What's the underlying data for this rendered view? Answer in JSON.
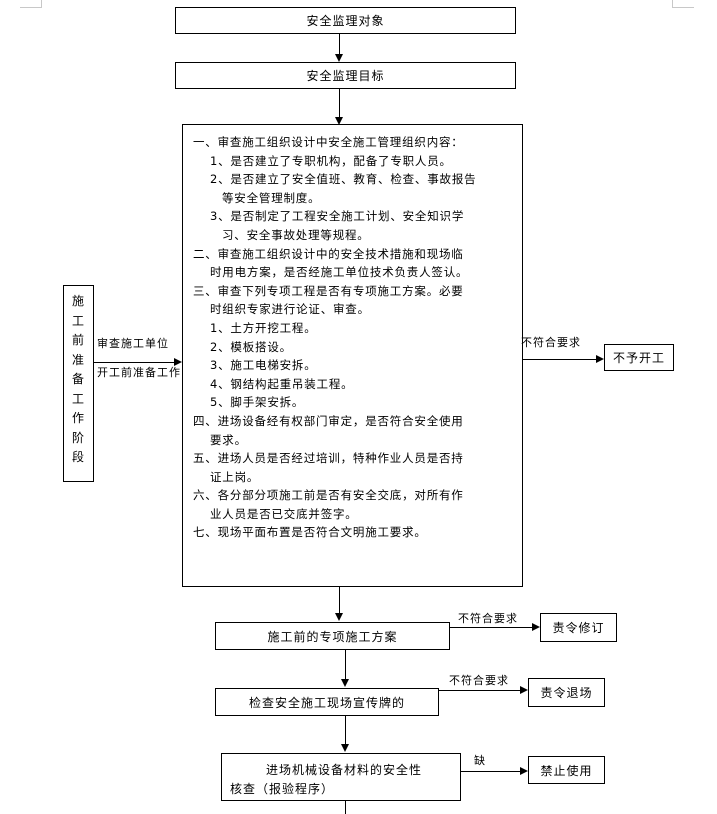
{
  "flow": {
    "box1": "安全监理对象",
    "box2": "安全监理目标",
    "stage_box": [
      "施",
      "工",
      "前",
      "准",
      "备",
      "工",
      "作",
      "阶",
      "段"
    ],
    "stage_arrow_top": "审查施工单位",
    "stage_arrow_bottom": "开工前准备工作",
    "main_box_lines": [
      "一、审查施工组织设计中安全施工管理组织内容：",
      "1、是否建立了专职机构，配备了专职人员。",
      "2、是否建立了安全值班、教育、检查、事故报告",
      "等安全管理制度。",
      "3、是否制定了工程安全施工计划、安全知识学",
      "习、安全事故处理等规程。",
      "二、审查施工组织设计中的安全技术措施和现场临",
      "时用电方案，是否经施工单位技术负责人签认。",
      "三、审查下列专项工程是否有专项施工方案。必要",
      "时组织专家进行论证、审查。",
      "1、土方开挖工程。",
      "2、模板搭设。",
      "3、施工电梯安拆。",
      "4、钢结构起重吊装工程。",
      "5、脚手架安拆。",
      "四、进场设备经有权部门审定，是否符合安全使用",
      "要求。",
      "五、进场人员是否经过培训，特种作业人员是否持",
      "证上岗。",
      "六、各分部分项施工前是否有安全交底，对所有作",
      "业人员是否已交底并签字。",
      "七、现场平面布置是否符合文明施工要求。"
    ],
    "main_not_meet": "不符合要求",
    "main_result": "不予开工",
    "plan_box": "施工前的专项施工方案",
    "plan_not_meet": "不符合要求",
    "plan_result": "责令修订",
    "sign_box": "检查安全施工现场宣传牌的",
    "sign_not_meet": "不符合要求",
    "sign_result": "责令退场",
    "equip_box_line1": "进场机械设备材料的安全性",
    "equip_box_line2": "核查（报验程序）",
    "equip_label": "缺",
    "equip_result": "禁止使用"
  }
}
